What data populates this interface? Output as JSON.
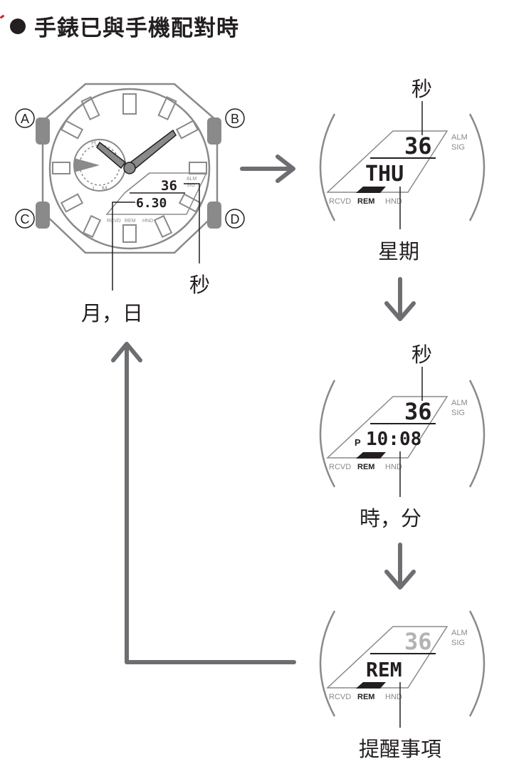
{
  "heading": "手錶已與手機配對時",
  "watch": {
    "buttons": [
      "A",
      "B",
      "C",
      "D"
    ],
    "display_seconds": "36",
    "display_date": "6.30",
    "indicators": [
      "ALM",
      "SIG"
    ],
    "bottom_labels": [
      "RCVD",
      "REM",
      "HND"
    ],
    "subdial_letters": [
      "H",
      "L",
      "M"
    ]
  },
  "callouts": {
    "seconds": "秒",
    "month_day": "月，日",
    "weekday": "星期",
    "hour_minute": "時，分",
    "reminder": "提醒事項"
  },
  "screens": [
    {
      "name": "weekday-screen",
      "seconds": "36",
      "main": "THU",
      "prefix": ""
    },
    {
      "name": "time-screen",
      "seconds": "36",
      "main": "10:08",
      "prefix": "P"
    },
    {
      "name": "reminder-screen",
      "seconds": "36",
      "main": "REM",
      "prefix": ""
    }
  ],
  "screen_labels": {
    "alm": "ALM",
    "sig": "SIG",
    "rcvd": "RCVD",
    "rem": "REM",
    "hnd": "HND"
  },
  "colors": {
    "line": "#231f20",
    "outline": "#8a8a8a",
    "arrow": "#6d6e71",
    "lightgray": "#b3b3b3"
  }
}
